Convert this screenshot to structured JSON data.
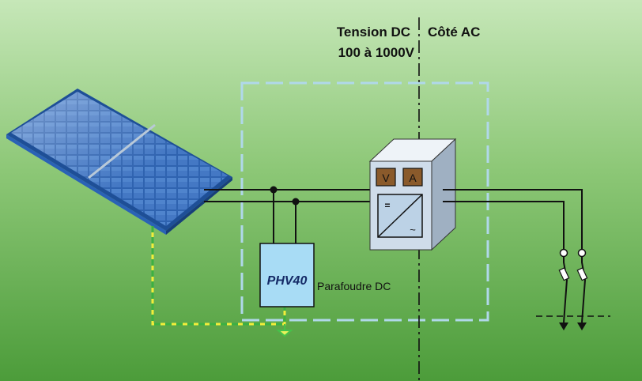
{
  "labels": {
    "dc_voltage_title": "Tension DC",
    "dc_voltage_range": "100 à 1000V",
    "ac_side": "Côté AC",
    "protector_model": "PHV40",
    "protector_name": "Parafoudre DC"
  },
  "inverter": {
    "meter_v": "V",
    "meter_a": "A",
    "dc_symbol": "=",
    "ac_symbol": "~"
  },
  "colors": {
    "background_top": "#c3e5b5",
    "background_bottom": "#4f9f3c",
    "panel_blue": "#2f64b0",
    "inverter_body": "#cfdcea",
    "meter_brown": "#8a5a2b",
    "protector_fill": "#a8dcf5",
    "earth_yellow": "#f2ee3a",
    "enclosure_dash": "#a9d4e6",
    "wire": "#111111"
  }
}
